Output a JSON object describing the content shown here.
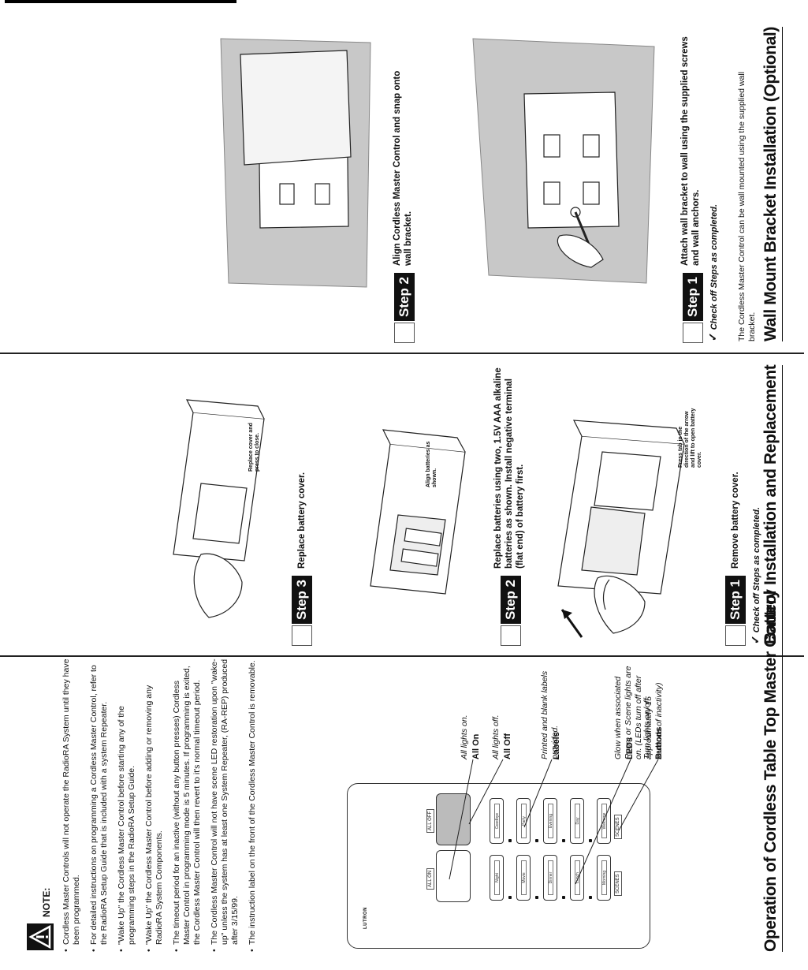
{
  "operation": {
    "title": "Operation of Cordless Table Top Master Control",
    "remote": {
      "brand": "LUTRON",
      "scene_left": "SCENES",
      "scene_right": "SCENES",
      "left_buttons": [
        "Morning",
        "Lunch",
        "Dinner",
        "Movie",
        "Night"
      ],
      "right_buttons": [
        "Welcome",
        "Day",
        "Evening",
        "Party",
        "Goodbye"
      ],
      "all_on": "ALL ON",
      "all_off": "ALL OFF"
    },
    "legend": [
      {
        "title": "Buttons",
        "desc": "Turn lights on/off"
      },
      {
        "title": "LEDs",
        "desc": "Glow when associated Room or Scene lights are on. (LEDs turn off after approximately 15 seconds of inactivity)"
      },
      {
        "title": "Labels",
        "desc": "Printed and blank labels provided."
      },
      {
        "title": "All Off",
        "desc": "All lights off."
      },
      {
        "title": "All On",
        "desc": "All lights on."
      }
    ],
    "note_heading": "NOTE:",
    "notes": [
      "Cordless Master Controls will not operate the RadioRA System until they have been programmed.",
      "For detailed instructions on programming a Cordless Master Control, refer to the RadioRA Setup Guide that is included with a system Repeater.",
      "\"Wake Up\" the Cordless Master Control before starting any of the programming steps in the RadioRA Setup Guide.",
      "\"Wake Up\" the Cordless Master Control before adding or removing any RadioRA System Components.",
      "The timeout period for an inactive (without any button presses) Cordless Master Control in programming mode is 5 minutes. If programming is exited, the Cordless Master Control will then revert to it's normal timeout period.",
      "The Cordless Master Control will not have scene LED restoration upon \"wake-up\" unless the system has at least one System Repeater, (RA-REP) produced after 3/15/99.",
      "The instruction label on the front of the Cordless Master Control is removable."
    ]
  },
  "battery": {
    "title": "Battery Installation and Replacement",
    "check_note": "Check off Steps as completed.",
    "steps": [
      {
        "label": "Step 1",
        "text": "Remove battery cover.",
        "callout": "Press tab in the direction of the arrow and lift to open battery cover."
      },
      {
        "label": "Step 2",
        "text": "Replace batteries using two, 1.5V AAA alkaline batteries as shown. Install negative terminal (flat end) of battery first.",
        "callout": "Align batteries as shown."
      },
      {
        "label": "Step 3",
        "text": "Replace battery cover.",
        "callout": "Replace cover and press to close."
      }
    ]
  },
  "wall": {
    "title": "Wall Mount Bracket Installation (Optional)",
    "intro": "The Cordless Master Control can be wall mounted using the supplied wall bracket.",
    "check_note": "Check off Steps as completed.",
    "steps": [
      {
        "label": "Step 1",
        "text": "Attach wall bracket to wall using the supplied screws and wall anchors."
      },
      {
        "label": "Step 2",
        "text": "Align Cordless Master Control and snap onto wall bracket."
      }
    ]
  }
}
